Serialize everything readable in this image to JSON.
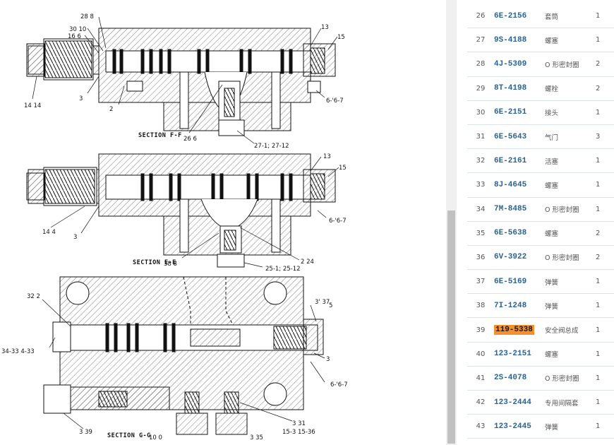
{
  "diagram": {
    "sections": [
      {
        "id": "ff",
        "title": "SECTION F-F"
      },
      {
        "id": "ee",
        "title": "SECTION E-E"
      },
      {
        "id": "gg",
        "title": "SECTION G-G"
      }
    ],
    "callouts": {
      "ff_28": "28 8",
      "ff_30": "30 10",
      "ff_16": "16 6",
      "ff_13": "13",
      "ff_15": "15",
      "ff_14": "14 14",
      "ff_3": "3",
      "ff_2": "2",
      "ff_6": "6-'6-7",
      "ff_26": "26 6",
      "ff_27": "27-1; 27-12",
      "ee_13": "13",
      "ee_15": "15",
      "ee_14": "14 4",
      "ee_3": "3",
      "ee_6": "6-'6-7",
      "ee_38": "38 8",
      "ee_2": "2 24",
      "ee_25": "25-1; 25-12",
      "gg_32": "32 2",
      "gg_37": "3' 37",
      "gg_5": "5",
      "gg_34": "34-33 4-33",
      "gg_3": "3",
      "gg_6": "6-'6-7",
      "gg_331": "3 31",
      "gg_15": "15-3 15-36",
      "gg_35": "3 35",
      "gg_39": "3 39",
      "gg_10": "10 0"
    }
  },
  "parts": [
    {
      "no": "26",
      "pn": "6E-2156",
      "name": "套筒",
      "qty": "1"
    },
    {
      "no": "27",
      "pn": "9S-4188",
      "name": "螺塞",
      "qty": "1"
    },
    {
      "no": "28",
      "pn": "4J-5309",
      "name": "O 形密封圈",
      "qty": "2"
    },
    {
      "no": "29",
      "pn": "8T-4198",
      "name": "螺栓",
      "qty": "2"
    },
    {
      "no": "30",
      "pn": "6E-2151",
      "name": "接头",
      "qty": "1"
    },
    {
      "no": "31",
      "pn": "6E-5643",
      "name": "气门",
      "qty": "3"
    },
    {
      "no": "32",
      "pn": "6E-2161",
      "name": "活塞",
      "qty": "1"
    },
    {
      "no": "33",
      "pn": "8J-4645",
      "name": "螺塞",
      "qty": "1"
    },
    {
      "no": "34",
      "pn": "7M-8485",
      "name": "O 形密封圈",
      "qty": "1"
    },
    {
      "no": "35",
      "pn": "6E-5638",
      "name": "螺塞",
      "qty": "2"
    },
    {
      "no": "36",
      "pn": "6V-3922",
      "name": "O 形密封圈",
      "qty": "2"
    },
    {
      "no": "37",
      "pn": "6E-5169",
      "name": "弹簧",
      "qty": "1"
    },
    {
      "no": "38",
      "pn": "7I-1248",
      "name": "弹簧",
      "qty": "1"
    },
    {
      "no": "39",
      "pn": "119-5338",
      "name": "安全阀总成",
      "qty": "1",
      "highlight": true
    },
    {
      "no": "40",
      "pn": "123-2151",
      "name": "螺塞",
      "qty": "1"
    },
    {
      "no": "41",
      "pn": "2S-4078",
      "name": "O 形密封圈",
      "qty": "1"
    },
    {
      "no": "42",
      "pn": "123-2444",
      "name": "专用间隔套",
      "qty": "1"
    },
    {
      "no": "43",
      "pn": "123-2445",
      "name": "弹簧",
      "qty": "1"
    }
  ]
}
